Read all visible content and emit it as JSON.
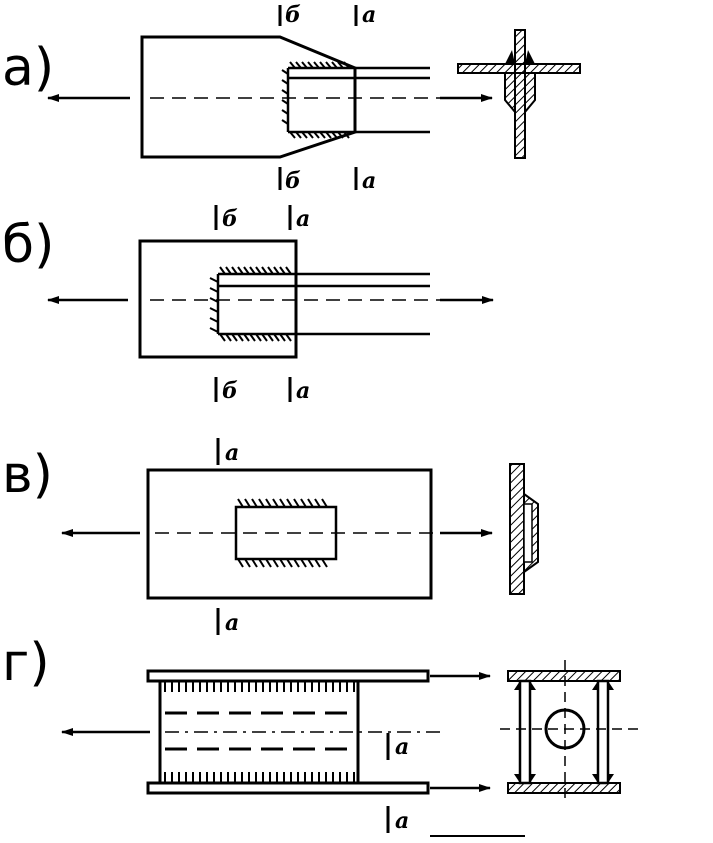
{
  "figure": {
    "background": "#ffffff",
    "ink": "#000000",
    "panels": [
      {
        "id": "a",
        "label": "а)",
        "sections": [
          "б",
          "а",
          "б",
          "а"
        ]
      },
      {
        "id": "b",
        "label": "б)",
        "sections": [
          "б",
          "а",
          "б",
          "а"
        ]
      },
      {
        "id": "v",
        "label": "в)",
        "sections": [
          "а",
          "а"
        ]
      },
      {
        "id": "g",
        "label": "г)",
        "sections": [
          "а",
          "а"
        ]
      }
    ]
  }
}
